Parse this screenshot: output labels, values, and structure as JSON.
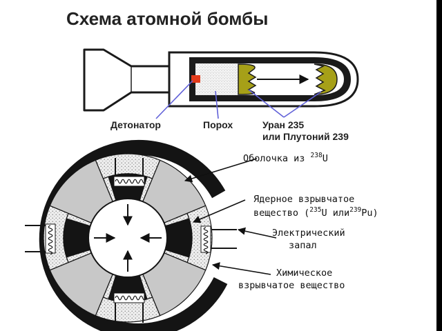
{
  "title": "Схема атомной бомбы",
  "gun_type": {
    "detonator": "Детонатор",
    "powder": "Порох",
    "fissile_line1": "Уран 235",
    "fissile_line2": "или Плутоний 239"
  },
  "implosion": {
    "shell_prefix": "Оболочка из ",
    "shell_isotope": "238",
    "shell_element": "U",
    "nuclear_line1": "Ядерное взрывчатое",
    "nuclear_line2_a": "вещество (",
    "nuclear_line2_iso1": "235",
    "nuclear_line2_b": "U или",
    "nuclear_line2_iso2": "239",
    "nuclear_line2_c": "Pu)",
    "fuse_line1": "Электрический",
    "fuse_line2": "запал",
    "chemical_line1": "Химическое",
    "chemical_line2": "взрывчатое вещество"
  },
  "colors": {
    "nuclear_material": "#a6a018",
    "detonator": "#e23a1a",
    "leader_lines": "#6060d8",
    "explosive_fill": "#c8c8c8"
  }
}
